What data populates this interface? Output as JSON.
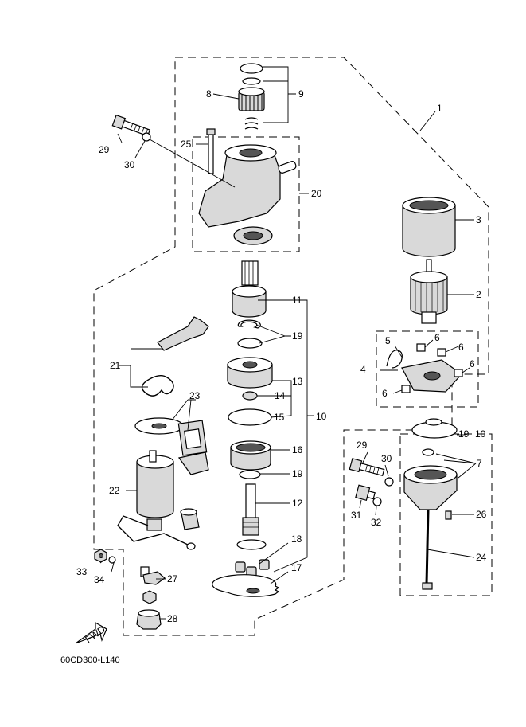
{
  "diagram": {
    "drawing_code": "60CD300-L140",
    "fwd_label": "FWD",
    "callouts": {
      "c1": "1",
      "c2": "2",
      "c3": "3",
      "c4": "4",
      "c5": "5",
      "c6a": "6",
      "c6b": "6",
      "c6c": "6",
      "c6d": "6",
      "c7": "7",
      "c8": "8",
      "c9": "9",
      "c10a": "10",
      "c10b": "10",
      "c11": "11",
      "c12": "12",
      "c13": "13",
      "c14": "14",
      "c15": "15",
      "c16": "16",
      "c17": "17",
      "c18": "18",
      "c19a": "19",
      "c19b": "19",
      "c19c": "19",
      "c20": "20",
      "c21": "21",
      "c22": "22",
      "c23": "23",
      "c24": "24",
      "c25": "25",
      "c26": "26",
      "c27": "27",
      "c28": "28",
      "c29a": "29",
      "c29b": "29",
      "c30a": "30",
      "c30b": "30",
      "c31": "31",
      "c32": "32",
      "c33": "33",
      "c34": "34"
    }
  }
}
